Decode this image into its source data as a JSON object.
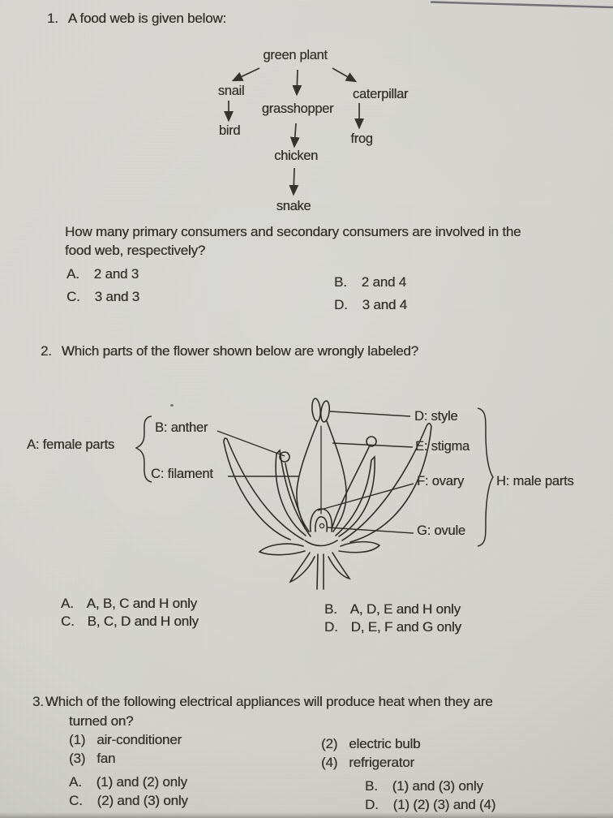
{
  "page": {
    "paper_color": "#d5d4cf",
    "ink_color": "#36332e"
  },
  "q1": {
    "number": "1.",
    "title": "A food web is given below:",
    "food_web": {
      "nodes": [
        "green plant",
        "snail",
        "grasshopper",
        "caterpillar",
        "bird",
        "frog",
        "chicken",
        "snake"
      ],
      "edges": [
        {
          "from": "green plant",
          "to": "snail"
        },
        {
          "from": "green plant",
          "to": "grasshopper"
        },
        {
          "from": "green plant",
          "to": "caterpillar"
        },
        {
          "from": "snail",
          "to": "bird"
        },
        {
          "from": "grasshopper",
          "to": "chicken"
        },
        {
          "from": "caterpillar",
          "to": "frog"
        },
        {
          "from": "chicken",
          "to": "snake"
        }
      ]
    },
    "question_line1": "How many primary consumers and secondary consumers are involved in the",
    "question_line2": "food web, respectively?",
    "options": [
      {
        "label": "A.",
        "text": "2 and 3"
      },
      {
        "label": "B.",
        "text": "2 and 4"
      },
      {
        "label": "C.",
        "text": "3 and 3"
      },
      {
        "label": "D.",
        "text": "3 and 4"
      }
    ]
  },
  "q2": {
    "number": "2.",
    "title": "Which parts of the flower shown below are wrongly labeled?",
    "flower_labels": {
      "group_left": "A: female parts",
      "b": "B: anther",
      "c": "C: filament",
      "d": "D: style",
      "e": "E: stigma",
      "f": "F: ovary",
      "g": "G: ovule",
      "group_right": "H: male parts"
    },
    "options": [
      {
        "label": "A.",
        "text": "A, B, C and H only"
      },
      {
        "label": "B.",
        "text": "A, D, E and H only"
      },
      {
        "label": "C.",
        "text": "B, C, D and H only"
      },
      {
        "label": "D.",
        "text": "D, E, F and G only"
      }
    ]
  },
  "q3": {
    "number": "3.",
    "title_line1": "Which of the following electrical appliances will produce heat when they are",
    "title_line2": "turned on?",
    "items": [
      {
        "num": "(1)",
        "text": "air-conditioner"
      },
      {
        "num": "(2)",
        "text": "electric bulb"
      },
      {
        "num": "(3)",
        "text": "fan"
      },
      {
        "num": "(4)",
        "text": "refrigerator"
      }
    ],
    "options": [
      {
        "label": "A.",
        "text": "(1) and (2) only"
      },
      {
        "label": "B.",
        "text": "(1) and (3) only"
      },
      {
        "label": "C.",
        "text": "(2) and (3) only"
      },
      {
        "label": "D.",
        "text": "(1) (2) (3) and (4)"
      }
    ]
  }
}
